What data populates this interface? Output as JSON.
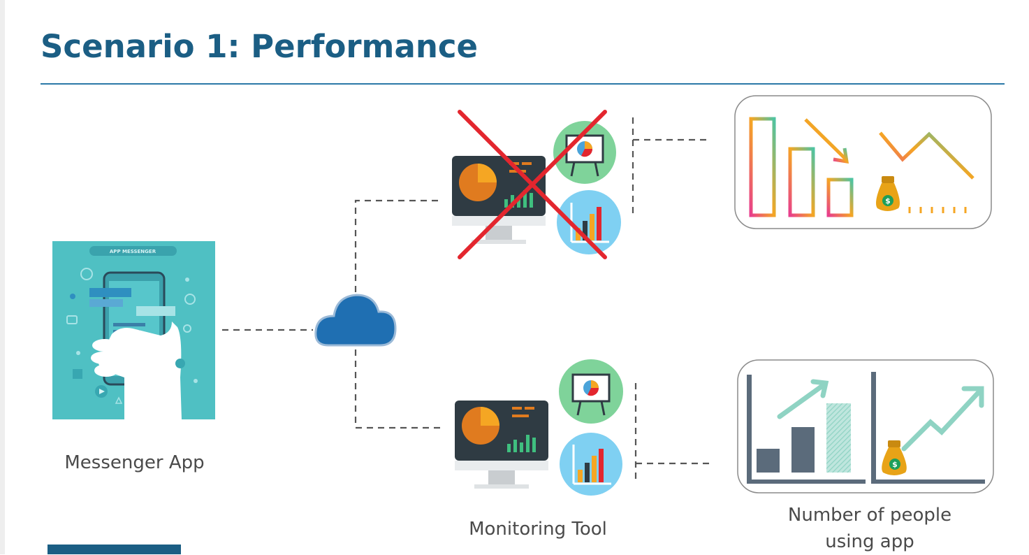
{
  "title": "Scenario 1: Performance",
  "phone_banner": "APP MESSENGER",
  "labels": {
    "messenger_app": "Messenger App",
    "monitoring_tool": "Monitoring Tool",
    "number_of_people": "Number of people\nusing app"
  },
  "monitoring_paths": [
    {
      "position": "top",
      "status": "failed"
    },
    {
      "position": "bottom",
      "status": "working"
    }
  ],
  "outcome_panels": [
    {
      "position": "top",
      "trend": "declining"
    },
    {
      "position": "bottom",
      "trend": "growing"
    }
  ],
  "colors": {
    "title": "#1b5e84",
    "cloud": "#1f6fb2",
    "cross": "#e3262e",
    "app_background": "#4fc0c3",
    "decline_gradient": [
      "#e83e8c",
      "#f5a623",
      "#4fc3a1"
    ],
    "growth_accent": "#8fd3c3",
    "bar_dark": "#5b6b7b"
  }
}
